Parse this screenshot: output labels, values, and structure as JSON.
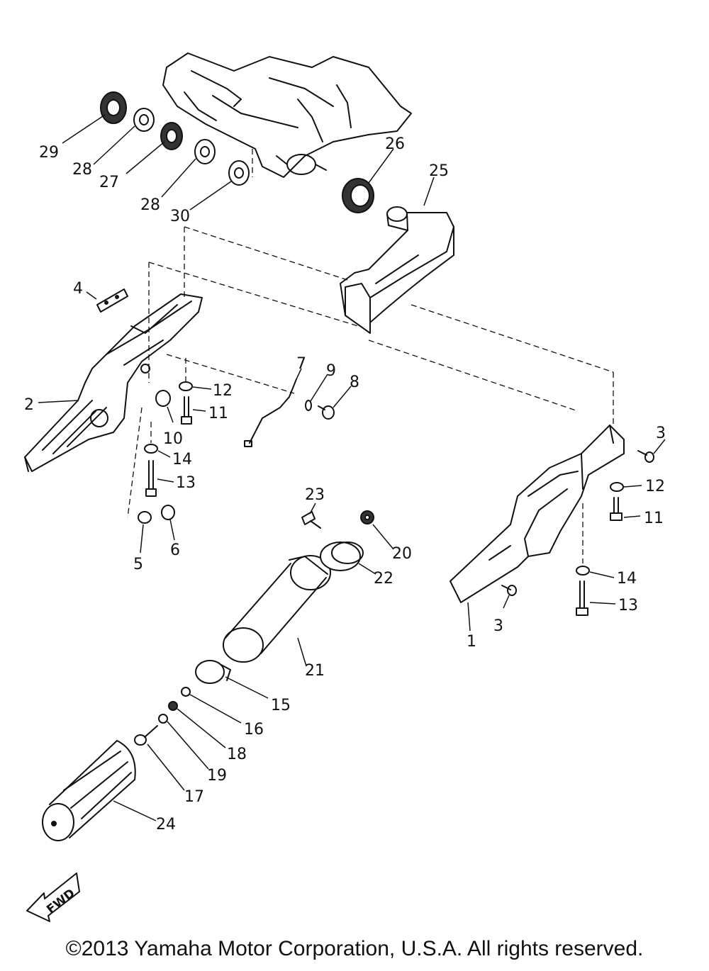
{
  "diagram": {
    "fwd_label": "FWD",
    "part_labels": {
      "p1": "1",
      "p2": "2",
      "p3a": "3",
      "p3b": "3",
      "p4": "4",
      "p5": "5",
      "p6": "6",
      "p7": "7",
      "p8": "8",
      "p9": "9",
      "p10": "10",
      "p11a": "11",
      "p11b": "11",
      "p12a": "12",
      "p12b": "12",
      "p13a": "13",
      "p13b": "13",
      "p14a": "14",
      "p14b": "14",
      "p15": "15",
      "p16": "16",
      "p17": "17",
      "p18": "18",
      "p19": "19",
      "p20": "20",
      "p21": "21",
      "p22": "22",
      "p23": "23",
      "p24": "24",
      "p25": "25",
      "p26": "26",
      "p27": "27",
      "p28a": "28",
      "p28b": "28",
      "p29": "29",
      "p30": "30"
    }
  },
  "footer": {
    "copyright": "©2013 Yamaha Motor Corporation, U.S.A. All rights reserved."
  }
}
